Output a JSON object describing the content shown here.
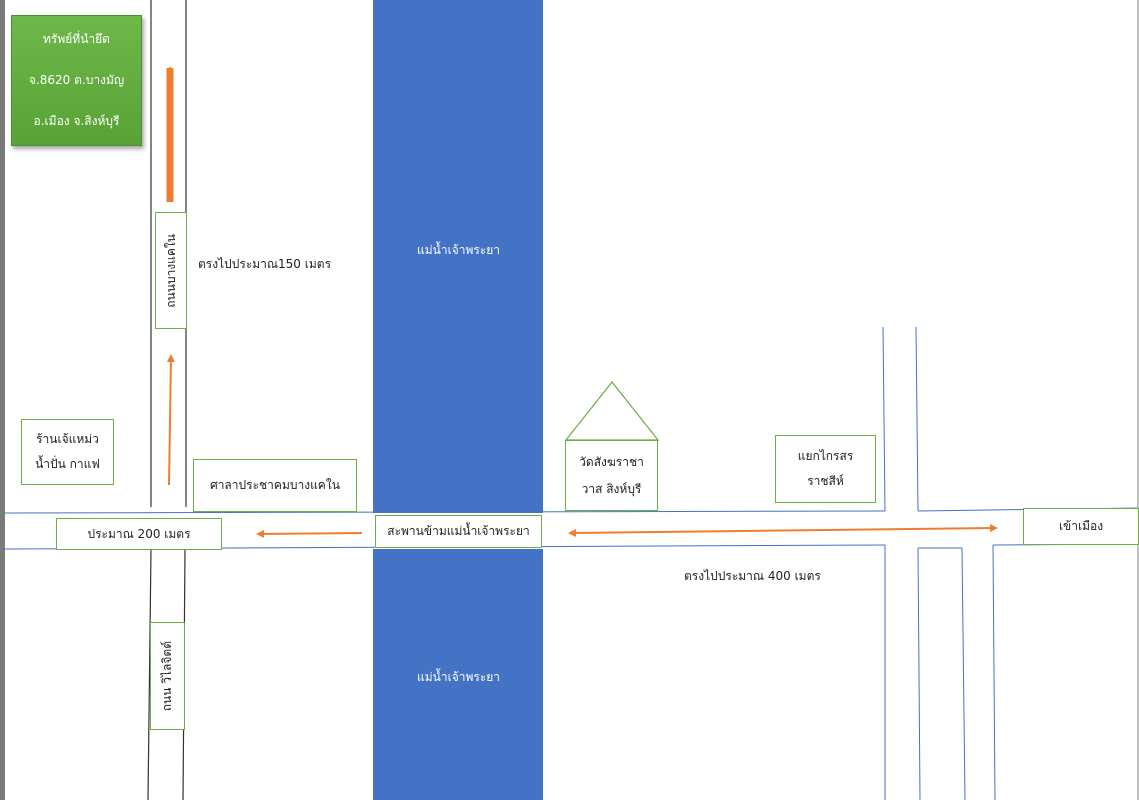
{
  "title_box": {
    "line1": "ทรัพย์ที่นำยึด",
    "line2": "จ.8620 ต.บางมัญ",
    "line3": "อ.เมือง จ.สิงห์บุรี"
  },
  "river": {
    "label_top": "แม่น้ำเจ้าพระยา",
    "label_bottom": "แม่น้ำเจ้าพระยา"
  },
  "roads": {
    "bang_kae_nai": "ถนนบางแคใน",
    "wilaijit": "ถนน วิไลจิตต์"
  },
  "labels": {
    "straight_150": "ตรงไปประมาณ150 เมตร",
    "straight_400": "ตรงไปประมาณ 400 เมตร",
    "approx_200": "ประมาณ 200 เมตร",
    "bridge": "สะพานข้ามแม่น้ำเจ้าพระยา",
    "to_city": "เข้าเมือง"
  },
  "places": {
    "shop_line1": "ร้านเจ้แหม่ว",
    "shop_line2": "น้ำปั่น กาแฟ",
    "pavilion": "ศาลาประชาคมบางแคใน",
    "temple_line1": "วัดสังฆราชา",
    "temple_line2": "วาส สิงห์บุรี",
    "intersection_line1": "แยกไกรสร",
    "intersection_line2": "ราชสีห์"
  },
  "colors": {
    "river": "#4472c4",
    "road_edge": "#4472c4",
    "arrow": "#ed7d31",
    "box_border": "#70ad47",
    "title_fill": "#5fa83c"
  }
}
